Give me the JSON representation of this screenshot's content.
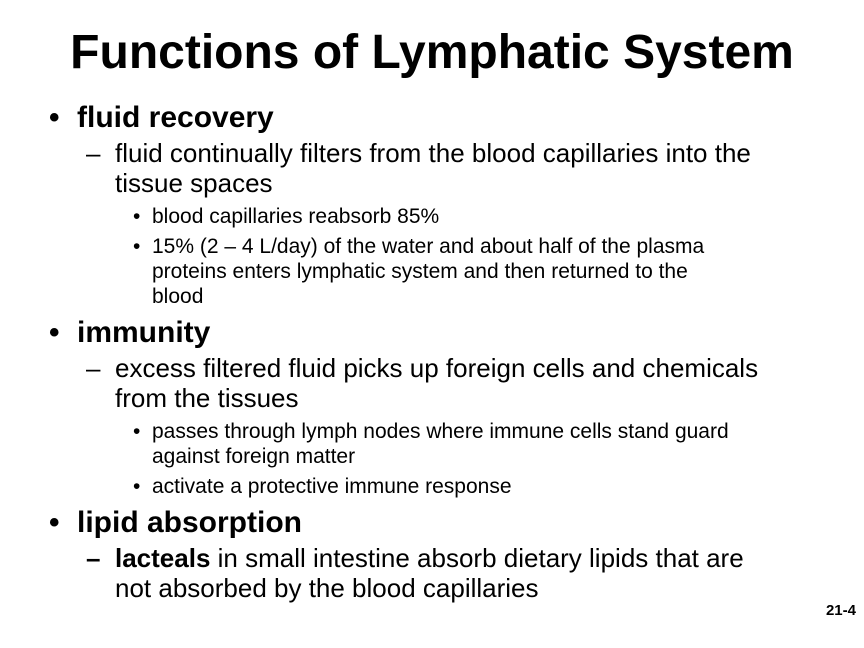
{
  "slide": {
    "title": "Functions of Lymphatic System",
    "page_number": "21-4",
    "sections": [
      {
        "heading": "fluid recovery",
        "sub_line1": "fluid continually filters from the blood capillaries into the",
        "sub_line2": "tissue spaces",
        "points": [
          {
            "line1": "blood capillaries reabsorb 85%"
          },
          {
            "line1": "15% (2 – 4 L/day) of the water and about half of the plasma",
            "line2": "proteins enters lymphatic system and then returned to the",
            "line3": "blood"
          }
        ]
      },
      {
        "heading": "immunity",
        "sub_line1": "excess filtered fluid picks up foreign cells and chemicals",
        "sub_line2": "from the tissues",
        "points": [
          {
            "line1": "passes through lymph nodes where immune cells stand guard",
            "line2": "against foreign matter"
          },
          {
            "line1": "activate a protective immune response"
          }
        ]
      },
      {
        "heading": "lipid absorption",
        "sub_bold": "lacteals",
        "sub_line1_rest": " in small intestine absorb dietary lipids that are",
        "sub_line2": "not absorbed by the blood capillaries"
      }
    ]
  },
  "glyphs": {
    "bullet": "•",
    "dash": "–",
    "small_bullet": "•"
  }
}
